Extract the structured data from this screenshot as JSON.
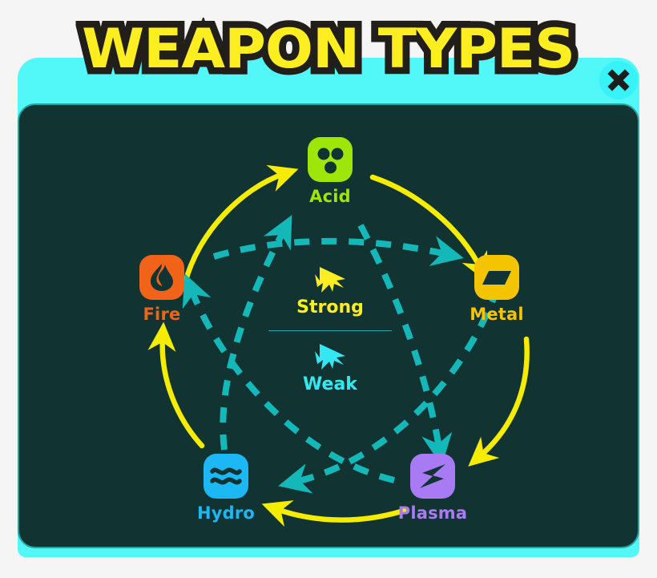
{
  "header": {
    "title": "WEAPON TYPES",
    "close_label": "✖",
    "close_icon": "close-x-icon"
  },
  "theme": {
    "page_background": "#f5f5f5",
    "panel_cyan": "#52f7f7",
    "board_dark": "#113433",
    "board_border": "#2aa3a0",
    "title_fill": "#fcee21",
    "title_outline": "#221f1a",
    "strong_arrow": "#f5ec00",
    "weak_arrow": "#15b8b8",
    "close_circle": "#37f2f7",
    "close_x": "#1c1c1c"
  },
  "legend": {
    "strong": {
      "label": "Strong",
      "color": "#fcee21",
      "icon": "arrowhead-strong-icon"
    },
    "weak": {
      "label": "Weak",
      "color": "#34e8f2",
      "icon": "arrowhead-weak-icon"
    }
  },
  "elements": [
    {
      "id": "acid",
      "label": "Acid",
      "color": "#9ee609",
      "icon": "acid-bubbles-icon"
    },
    {
      "id": "metal",
      "label": "Metal",
      "color": "#f5c400",
      "icon": "metal-plate-icon"
    },
    {
      "id": "plasma",
      "label": "Plasma",
      "color": "#a87bf5",
      "icon": "plasma-bolt-icon"
    },
    {
      "id": "hydro",
      "label": "Hydro",
      "color": "#1bb8f5",
      "icon": "hydro-waves-icon"
    },
    {
      "id": "fire",
      "label": "Fire",
      "color": "#f2631a",
      "icon": "fire-flame-icon"
    }
  ],
  "relationships": {
    "strong_against": [
      {
        "from": "Fire",
        "to": "Acid"
      },
      {
        "from": "Acid",
        "to": "Metal"
      },
      {
        "from": "Metal",
        "to": "Plasma"
      },
      {
        "from": "Plasma",
        "to": "Hydro"
      },
      {
        "from": "Hydro",
        "to": "Fire"
      }
    ],
    "weak_against": [
      {
        "from": "Fire",
        "to": "Metal"
      },
      {
        "from": "Metal",
        "to": "Hydro"
      },
      {
        "from": "Hydro",
        "to": "Acid"
      },
      {
        "from": "Acid",
        "to": "Plasma"
      },
      {
        "from": "Plasma",
        "to": "Fire"
      }
    ]
  }
}
